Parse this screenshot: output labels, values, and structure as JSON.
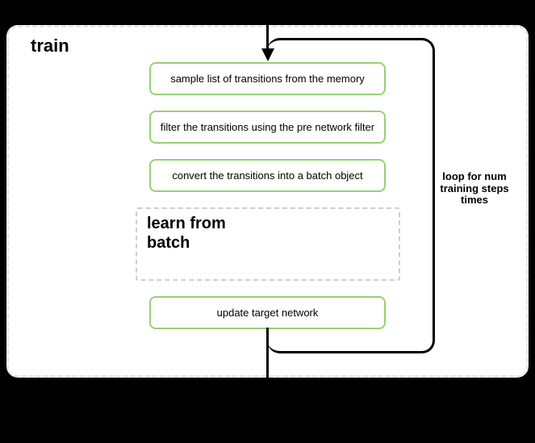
{
  "diagram": {
    "title": "train",
    "steps": [
      {
        "label": "sample list of transitions from the memory"
      },
      {
        "label": "filter the transitions using the pre network filter"
      },
      {
        "label": "convert the transitions into a batch object"
      }
    ],
    "subprocess": {
      "lines": [
        "learn from",
        "batch"
      ]
    },
    "final_step": {
      "label": "update target network"
    },
    "loop_label": {
      "lines": [
        "loop for num",
        "training steps",
        "times"
      ]
    },
    "colors": {
      "background": "#000000",
      "container_fill": "#ffffff",
      "container_border_dashed": "#e6e6e6",
      "step_border_green": "#97d077",
      "subprocess_border_dashed": "#cfcfcf",
      "flow_line": "#000000",
      "text": "#000000"
    }
  }
}
